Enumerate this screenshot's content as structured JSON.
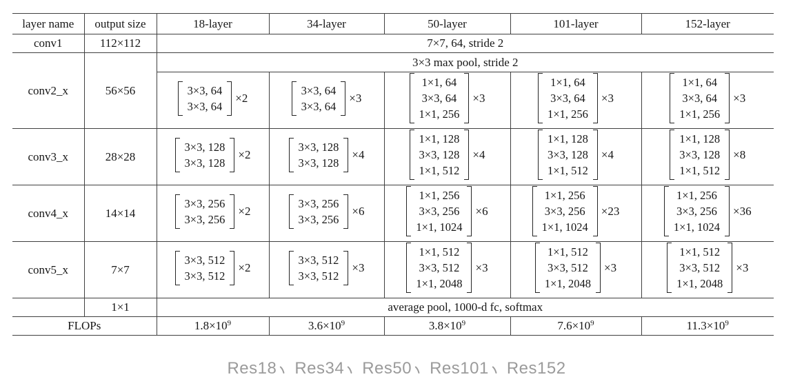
{
  "table": {
    "columns": [
      "layer name",
      "output size",
      "18-layer",
      "34-layer",
      "50-layer",
      "101-layer",
      "152-layer"
    ],
    "conv1_row": {
      "layer": "conv1",
      "output": "112×112",
      "spec": "7×7, 64, stride 2"
    },
    "maxpool_spec": "3×3 max pool, stride 2",
    "stages": [
      {
        "layer": "conv2_x",
        "output": "56×56",
        "blocks": [
          {
            "rows": [
              "3×3, 64",
              "3×3, 64"
            ],
            "repeat": "×2"
          },
          {
            "rows": [
              "3×3, 64",
              "3×3, 64"
            ],
            "repeat": "×3"
          },
          {
            "rows": [
              "1×1, 64",
              "3×3, 64",
              "1×1, 256"
            ],
            "repeat": "×3"
          },
          {
            "rows": [
              "1×1, 64",
              "3×3, 64",
              "1×1, 256"
            ],
            "repeat": "×3"
          },
          {
            "rows": [
              "1×1, 64",
              "3×3, 64",
              "1×1, 256"
            ],
            "repeat": "×3"
          }
        ]
      },
      {
        "layer": "conv3_x",
        "output": "28×28",
        "blocks": [
          {
            "rows": [
              "3×3, 128",
              "3×3, 128"
            ],
            "repeat": "×2"
          },
          {
            "rows": [
              "3×3, 128",
              "3×3, 128"
            ],
            "repeat": "×4"
          },
          {
            "rows": [
              "1×1, 128",
              "3×3, 128",
              "1×1, 512"
            ],
            "repeat": "×4"
          },
          {
            "rows": [
              "1×1, 128",
              "3×3, 128",
              "1×1, 512"
            ],
            "repeat": "×4"
          },
          {
            "rows": [
              "1×1, 128",
              "3×3, 128",
              "1×1, 512"
            ],
            "repeat": "×8"
          }
        ]
      },
      {
        "layer": "conv4_x",
        "output": "14×14",
        "blocks": [
          {
            "rows": [
              "3×3, 256",
              "3×3, 256"
            ],
            "repeat": "×2"
          },
          {
            "rows": [
              "3×3, 256",
              "3×3, 256"
            ],
            "repeat": "×6"
          },
          {
            "rows": [
              "1×1, 256",
              "3×3, 256",
              "1×1, 1024"
            ],
            "repeat": "×6"
          },
          {
            "rows": [
              "1×1, 256",
              "3×3, 256",
              "1×1, 1024"
            ],
            "repeat": "×23"
          },
          {
            "rows": [
              "1×1, 256",
              "3×3, 256",
              "1×1, 1024"
            ],
            "repeat": "×36"
          }
        ]
      },
      {
        "layer": "conv5_x",
        "output": "7×7",
        "blocks": [
          {
            "rows": [
              "3×3, 512",
              "3×3, 512"
            ],
            "repeat": "×2"
          },
          {
            "rows": [
              "3×3, 512",
              "3×3, 512"
            ],
            "repeat": "×3"
          },
          {
            "rows": [
              "1×1, 512",
              "3×3, 512",
              "1×1, 2048"
            ],
            "repeat": "×3"
          },
          {
            "rows": [
              "1×1, 512",
              "3×3, 512",
              "1×1, 2048"
            ],
            "repeat": "×3"
          },
          {
            "rows": [
              "1×1, 512",
              "3×3, 512",
              "1×1, 2048"
            ],
            "repeat": "×3"
          }
        ]
      }
    ],
    "avgpool_row": {
      "layer": "",
      "output": "1×1",
      "spec": "average pool, 1000-d fc, softmax"
    },
    "flops_row": {
      "label": "FLOPs",
      "values": [
        {
          "base": "1.8×10",
          "exp": "9"
        },
        {
          "base": "3.6×10",
          "exp": "9"
        },
        {
          "base": "3.8×10",
          "exp": "9"
        },
        {
          "base": "7.6×10",
          "exp": "9"
        },
        {
          "base": "11.3×10",
          "exp": "9"
        }
      ]
    }
  },
  "caption": {
    "models": [
      "Res18",
      "Res34",
      "Res50",
      "Res101",
      "Res152"
    ],
    "separator": "、"
  }
}
